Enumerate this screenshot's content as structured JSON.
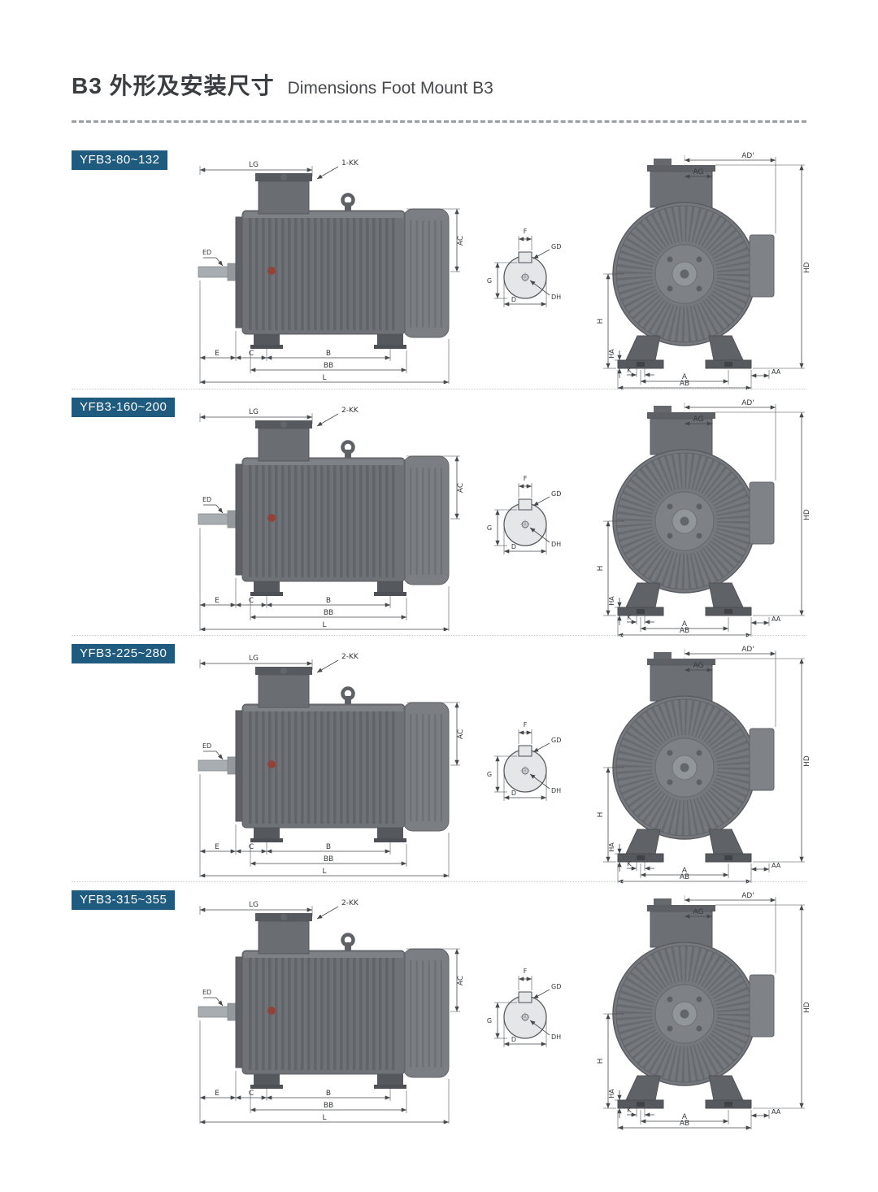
{
  "header": {
    "title_zh": "B3 外形及安装尺寸",
    "title_en": "Dimensions Foot Mount B3"
  },
  "colors": {
    "badge_bg": "#1f5b7e",
    "badge_text": "#ffffff",
    "dim_line": "#45494d"
  },
  "sections": [
    {
      "badge": "YFB3-80~132",
      "labels": {
        "kk": "1-KK",
        "lg": "LG",
        "ed": "ED",
        "ac": "AC",
        "e": "E",
        "c": "C",
        "b": "B",
        "bb": "BB",
        "l": "L",
        "f": "F",
        "gd": "GD",
        "g": "G",
        "d": "D",
        "dh": "DH",
        "ad": "AD'",
        "ag": "AG",
        "hd": "HD",
        "h": "H",
        "ha": "HA",
        "k": "K",
        "a": "A",
        "aa": "AA",
        "ab": "AB"
      }
    },
    {
      "badge": "YFB3-160~200",
      "labels": {
        "kk": "2-KK",
        "lg": "LG",
        "ed": "ED",
        "ac": "AC",
        "e": "E",
        "c": "C",
        "b": "B",
        "bb": "BB",
        "l": "L",
        "f": "F",
        "gd": "GD",
        "g": "G",
        "d": "D",
        "dh": "DH",
        "ad": "AD'",
        "ag": "AG",
        "hd": "HD",
        "h": "H",
        "ha": "HA",
        "k": "K",
        "a": "A",
        "aa": "AA",
        "ab": "AB"
      }
    },
    {
      "badge": "YFB3-225~280",
      "labels": {
        "kk": "2-KK",
        "lg": "LG",
        "ed": "ED",
        "ac": "AC",
        "e": "E",
        "c": "C",
        "b": "B",
        "bb": "BB",
        "l": "L",
        "f": "F",
        "gd": "GD",
        "g": "G",
        "d": "D",
        "dh": "DH",
        "ad": "AD'",
        "ag": "AG",
        "hd": "HD",
        "h": "H",
        "ha": "HA",
        "k": "K",
        "a": "A",
        "aa": "AA",
        "ab": "AB"
      }
    },
    {
      "badge": "YFB3-315~355",
      "labels": {
        "kk": "2-KK",
        "lg": "LG",
        "ed": "ED",
        "ac": "AC",
        "e": "E",
        "c": "C",
        "b": "B",
        "bb": "BB",
        "l": "L",
        "f": "F",
        "gd": "GD",
        "g": "G",
        "d": "D",
        "dh": "DH",
        "ad": "AD'",
        "ag": "AG",
        "hd": "HD",
        "h": "H",
        "ha": "HA",
        "k": "K",
        "a": "A",
        "aa": "AA",
        "ab": "AB"
      }
    }
  ]
}
